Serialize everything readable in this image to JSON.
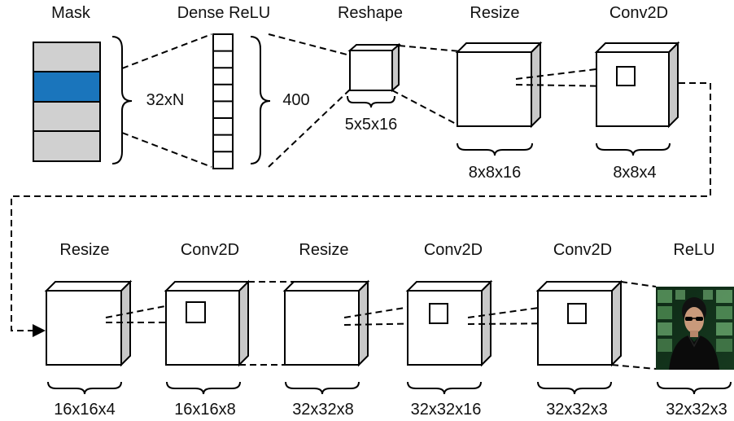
{
  "colors": {
    "mask_gray": "#d0d0d0",
    "mask_highlight": "#1a75bc",
    "cube_side": "#c8c8c8"
  },
  "top_row": {
    "mask": {
      "title": "Mask",
      "size": "32xN"
    },
    "dense": {
      "title": "Dense ReLU",
      "size": "400"
    },
    "reshape": {
      "title": "Reshape",
      "size": "5x5x16"
    },
    "resize": {
      "title": "Resize",
      "size": "8x8x16"
    },
    "conv": {
      "title": "Conv2D",
      "size": "8x8x4"
    }
  },
  "bottom_row": [
    {
      "title": "Resize",
      "size": "16x16x4"
    },
    {
      "title": "Conv2D",
      "size": "16x16x8"
    },
    {
      "title": "Resize",
      "size": "32x32x8"
    },
    {
      "title": "Conv2D",
      "size": "32x32x16"
    },
    {
      "title": "Conv2D",
      "size": "32x32x3"
    },
    {
      "title": "ReLU",
      "size": "32x32x3",
      "output_icon": "output-image-icon"
    }
  ]
}
